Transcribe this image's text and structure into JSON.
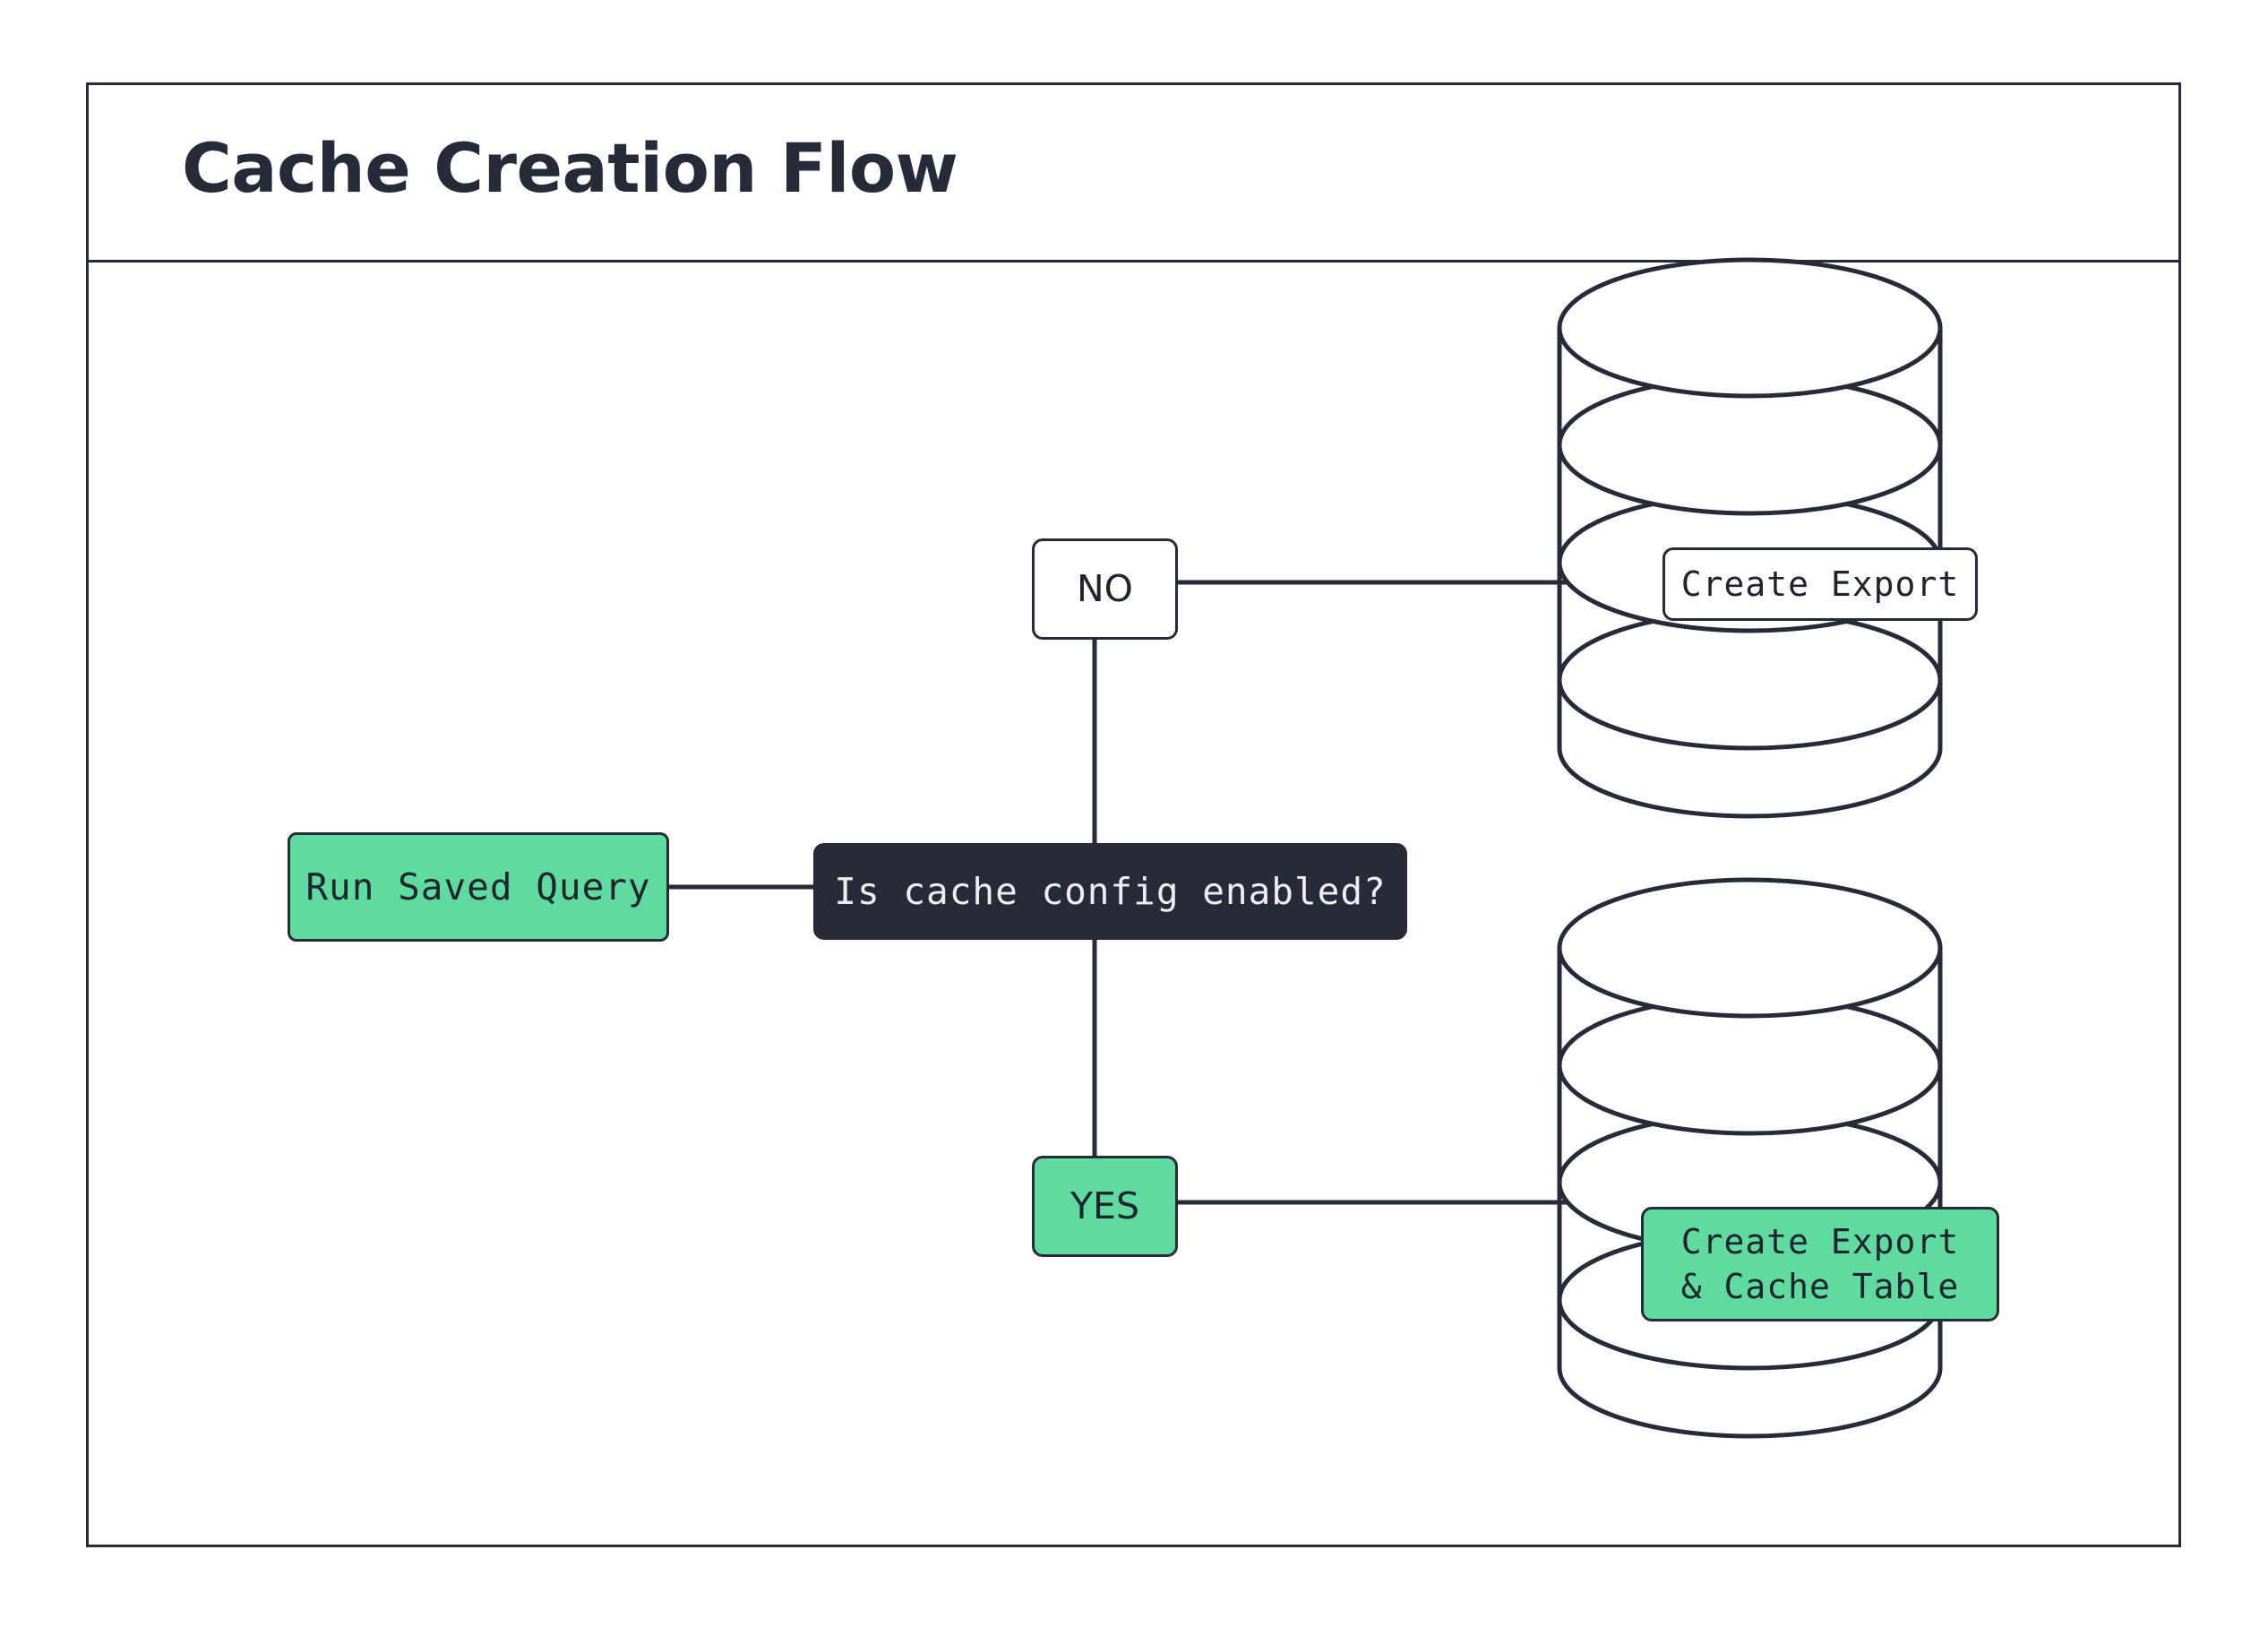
{
  "diagram": {
    "title": "Cache Creation Flow",
    "colors": {
      "ink": "#262b3a",
      "decision_fill": "#272b38",
      "decision_text": "#eceef2",
      "accent_green": "#5fdba0",
      "node_fill": "#ffffff",
      "background": "#ffffff"
    },
    "nodes": {
      "start": {
        "label": "Run Saved Query",
        "shape": "rounded-rect",
        "fill": "#5fdba0"
      },
      "decision": {
        "label": "Is cache config enabled?",
        "shape": "rounded-rect",
        "fill": "#272b38"
      },
      "branch_no": {
        "label": "NO",
        "shape": "rounded-rect",
        "fill": "#ffffff"
      },
      "branch_yes": {
        "label": "YES",
        "shape": "rounded-rect",
        "fill": "#5fdba0"
      },
      "db_top": {
        "shape": "database-cylinder",
        "label": "Create Export",
        "label_fill": "#ffffff"
      },
      "db_bottom": {
        "shape": "database-cylinder",
        "label_line1": "Create Export",
        "label_line2": "& Cache Table",
        "label_fill": "#5fdba0"
      }
    },
    "edges": [
      {
        "from": "start",
        "to": "decision",
        "orientation": "horizontal"
      },
      {
        "from": "decision",
        "to": "branch_no",
        "orientation": "vertical"
      },
      {
        "from": "branch_no",
        "to": "db_top",
        "orientation": "horizontal"
      },
      {
        "from": "decision",
        "to": "branch_yes",
        "orientation": "vertical"
      },
      {
        "from": "branch_yes",
        "to": "db_bottom",
        "orientation": "horizontal"
      }
    ]
  }
}
